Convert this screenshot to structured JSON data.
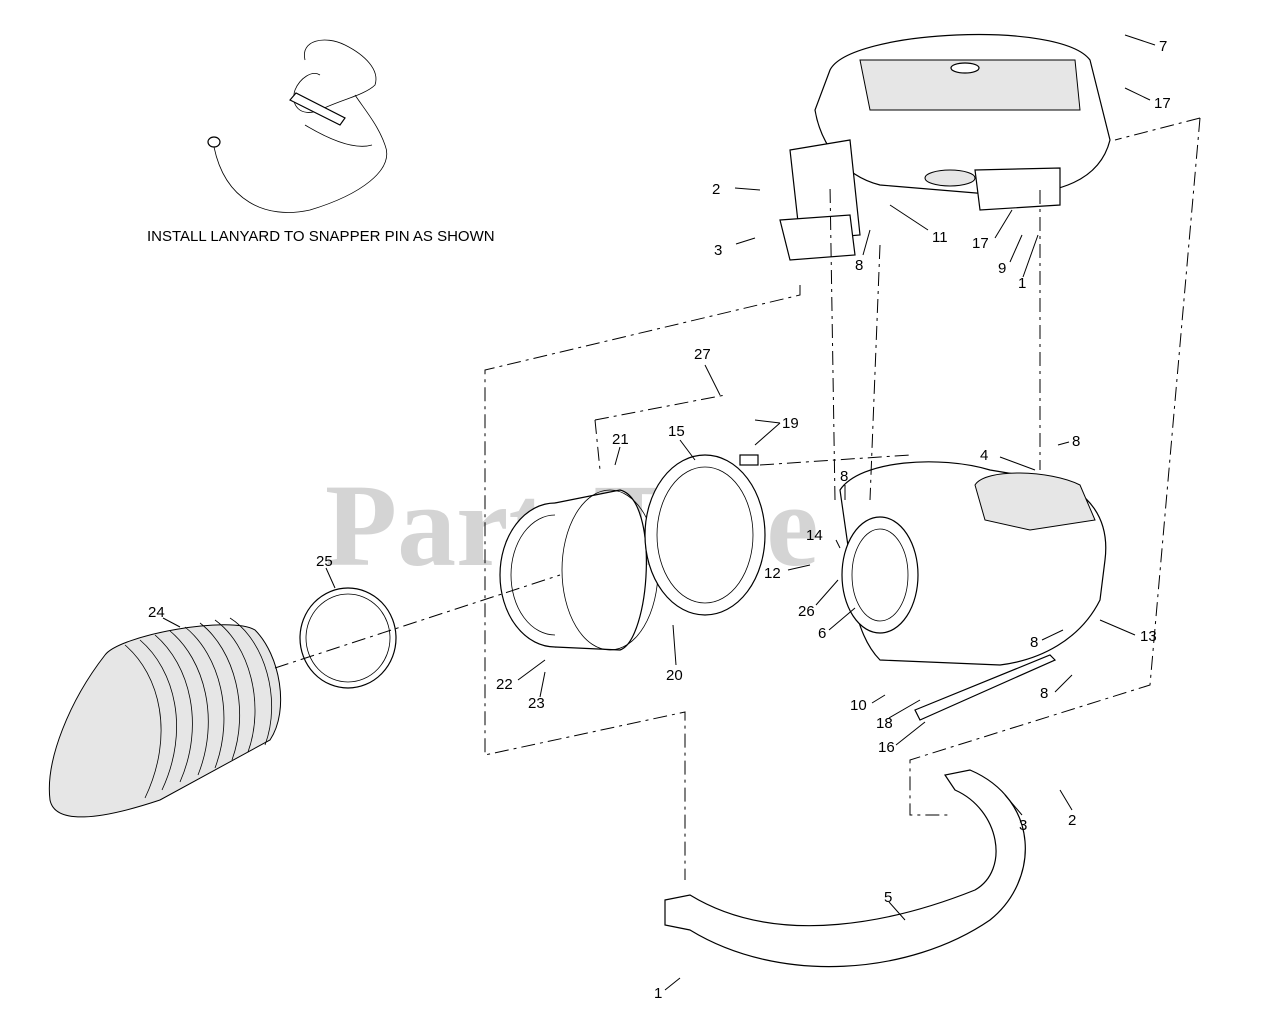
{
  "install_note": "INSTALL LANYARD TO SNAPPER PIN AS SHOWN",
  "watermark": {
    "text": "PartsTree",
    "trademark": "™"
  },
  "callouts": [
    {
      "id": "c-7",
      "label": "7"
    },
    {
      "id": "c-17a",
      "label": "17"
    },
    {
      "id": "c-2a",
      "label": "2"
    },
    {
      "id": "c-3a",
      "label": "3"
    },
    {
      "id": "c-8a",
      "label": "8"
    },
    {
      "id": "c-11",
      "label": "11"
    },
    {
      "id": "c-17b",
      "label": "17"
    },
    {
      "id": "c-9",
      "label": "9"
    },
    {
      "id": "c-1a",
      "label": "1"
    },
    {
      "id": "c-27",
      "label": "27"
    },
    {
      "id": "c-19",
      "label": "19"
    },
    {
      "id": "c-21",
      "label": "21"
    },
    {
      "id": "c-15",
      "label": "15"
    },
    {
      "id": "c-8b",
      "label": "8"
    },
    {
      "id": "c-4",
      "label": "4"
    },
    {
      "id": "c-8c",
      "label": "8"
    },
    {
      "id": "c-14",
      "label": "14"
    },
    {
      "id": "c-12",
      "label": "12"
    },
    {
      "id": "c-25",
      "label": "25"
    },
    {
      "id": "c-24",
      "label": "24"
    },
    {
      "id": "c-26",
      "label": "26"
    },
    {
      "id": "c-6",
      "label": "6"
    },
    {
      "id": "c-13",
      "label": "13"
    },
    {
      "id": "c-8d",
      "label": "8"
    },
    {
      "id": "c-22",
      "label": "22"
    },
    {
      "id": "c-20",
      "label": "20"
    },
    {
      "id": "c-23",
      "label": "23"
    },
    {
      "id": "c-10",
      "label": "10"
    },
    {
      "id": "c-8e",
      "label": "8"
    },
    {
      "id": "c-18",
      "label": "18"
    },
    {
      "id": "c-16",
      "label": "16"
    },
    {
      "id": "c-3b",
      "label": "3"
    },
    {
      "id": "c-2b",
      "label": "2"
    },
    {
      "id": "c-5",
      "label": "5"
    },
    {
      "id": "c-1b",
      "label": "1"
    }
  ]
}
